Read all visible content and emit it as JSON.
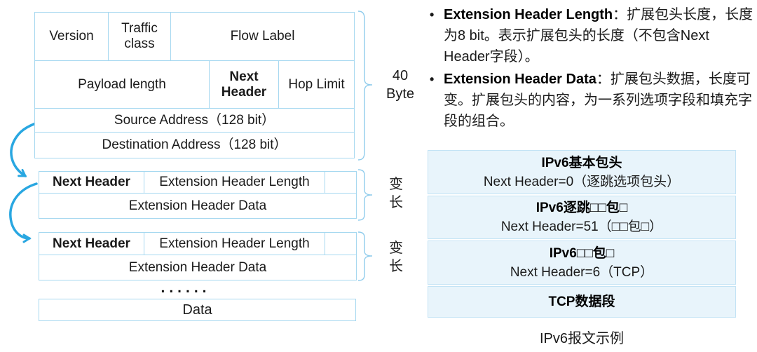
{
  "header_table": {
    "version": "Version",
    "traffic_class": "Traffic class",
    "flow_label": "Flow Label",
    "payload_length": "Payload length",
    "next_header": "Next Header",
    "hop_limit": "Hop Limit",
    "source_address": "Source Address（128 bit）",
    "destination_address": "Destination Address（128 bit）",
    "size_label": "40\nByte"
  },
  "extension_blocks": [
    {
      "next_header": "Next Header",
      "length": "Extension Header Length",
      "data": "Extension Header Data",
      "size_label": "变\n长"
    },
    {
      "next_header": "Next Header",
      "length": "Extension Header Length",
      "data": "Extension Header Data",
      "size_label": "变\n长"
    }
  ],
  "ellipsis": "......",
  "data_box_label": "Data",
  "bullets": [
    {
      "term": "Extension Header Length",
      "desc": "：扩展包头长度，长度为8 bit。表示扩展包头的长度（不包含Next Header字段）。"
    },
    {
      "term": "Extension Header Data",
      "desc": "：扩展包头数据，长度可变。扩展包头的内容，为一系列选项字段和填充字段的组合。"
    }
  ],
  "packet_example": {
    "rows": [
      {
        "title": "IPv6基本包头",
        "subtitle": "Next Header=0（逐跳选项包头）"
      },
      {
        "title": "IPv6逐跳□□包□",
        "subtitle": "Next Header=51（□□包□）"
      },
      {
        "title": "IPv6□□包□",
        "subtitle": "Next Header=6（TCP）"
      },
      {
        "title": "TCP数据段",
        "subtitle": ""
      }
    ],
    "caption": "IPv6报文示例"
  },
  "colors": {
    "accent": "#29A7E1",
    "table_border": "#A6D8F0",
    "next_header_fill": "#EAF6FD",
    "panel_fill": "#E8F4FB"
  }
}
